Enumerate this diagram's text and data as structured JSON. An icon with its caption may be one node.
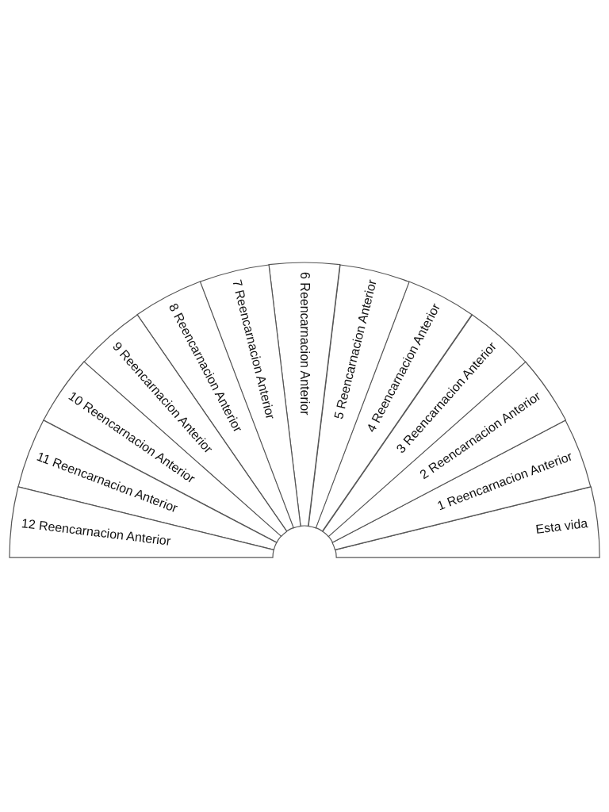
{
  "diagram": {
    "nodes": [
      {
        "text": [
          "Esta vida"
        ]
      },
      {
        "text": [
          "1 Reencarnacion Anterior"
        ]
      },
      {
        "text": [
          "2 Reencarnacion Anterior"
        ]
      },
      {
        "text": [
          "3 Reencarnacion Anterior"
        ]
      },
      {
        "text": [
          "4 Reencarnacion Anterior"
        ]
      },
      {
        "text": [
          "5 Reencarnacion Anterior"
        ]
      },
      {
        "text": [
          "6 Reencarnacion Anterior"
        ]
      },
      {
        "text": [
          "7 Reencarnacion Anterior"
        ]
      },
      {
        "text": [
          "8 Reencarnacion Anterior"
        ]
      },
      {
        "text": [
          "9 Reencarnacion Anterior"
        ]
      },
      {
        "text": [
          "10 Reencarnacion Anterior"
        ]
      },
      {
        "text": [
          "11 Reencarnacion Anterior"
        ]
      },
      {
        "text": [
          "12 Reencarnacion Anterior"
        ]
      }
    ]
  }
}
